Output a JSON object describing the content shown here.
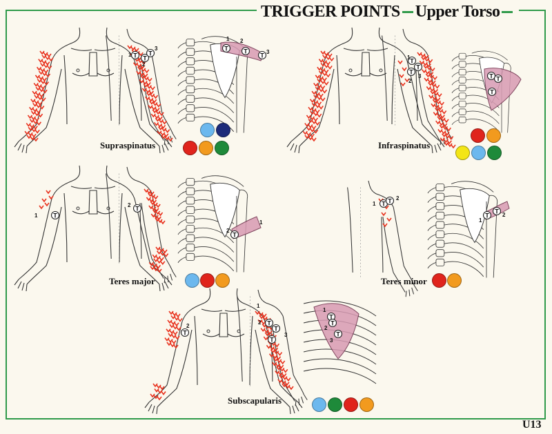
{
  "title": {
    "main": "TRIGGER POINTS",
    "sub": "Upper Torso"
  },
  "page_number": "U13",
  "colors": {
    "border": "#2f9a4a",
    "red": "#e0241c",
    "orange": "#f29a1e",
    "green": "#1e8a3a",
    "light_blue": "#6cb8ee",
    "dark_blue": "#1d2b7a",
    "yellow": "#f3e515",
    "pain": "#e8321e"
  },
  "muscles": [
    {
      "name": "Supraspinatus",
      "numbers": [
        "1",
        "2",
        "3"
      ],
      "marker": "T",
      "color_dots": [
        "light_blue",
        "dark_blue",
        "red",
        "orange",
        "green"
      ]
    },
    {
      "name": "Infraspinatus",
      "numbers": [
        "1",
        "2",
        "3"
      ],
      "marker": "T",
      "color_dots": [
        "red",
        "orange",
        "yellow",
        "light_blue",
        "green"
      ]
    },
    {
      "name": "Teres major",
      "numbers": [
        "1",
        "2"
      ],
      "marker": "T",
      "color_dots": [
        "light_blue",
        "red",
        "orange"
      ]
    },
    {
      "name": "Teres minor",
      "numbers": [
        "1",
        "2"
      ],
      "marker": "T",
      "color_dots": [
        "red",
        "orange"
      ]
    },
    {
      "name": "Subscapularis",
      "numbers": [
        "1",
        "2",
        "3"
      ],
      "marker": "T",
      "color_dots": [
        "light_blue",
        "green",
        "red",
        "orange"
      ]
    }
  ]
}
